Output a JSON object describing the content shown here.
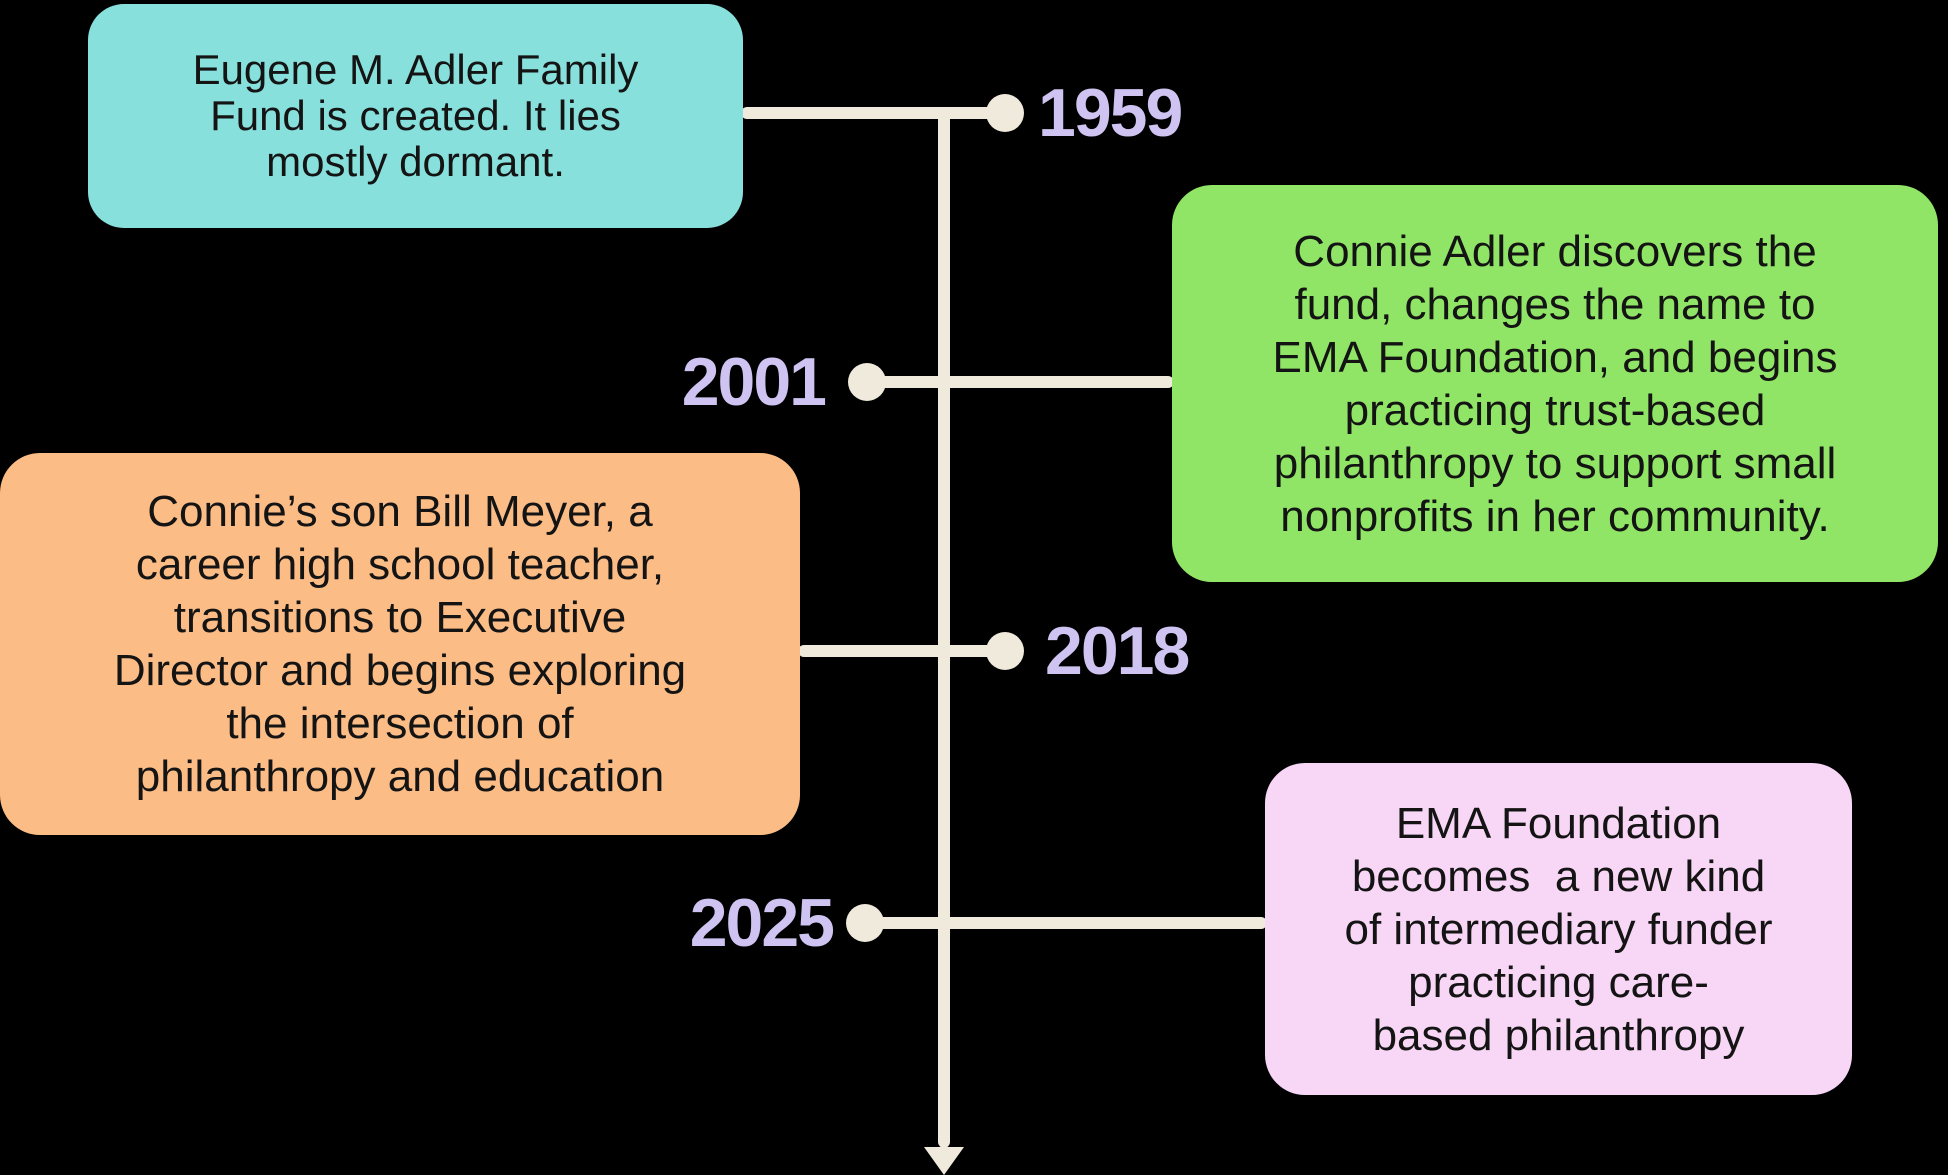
{
  "background_color": "#000000",
  "timeline": {
    "line_color": "#F0EADC",
    "dot_color": "#F0EADC",
    "year_label_color": "#CEC3F1",
    "box_text_color": "#141414",
    "direction": "vertical-top-to-bottom-with-arrow"
  },
  "events": [
    {
      "year": "1959",
      "year_label_side": "right-of-line",
      "box_side": "left-of-line",
      "box_color": "#87E0DC",
      "box_color_name": "teal",
      "lines": [
        "Eugene M. Adler Family",
        "Fund is created. It lies",
        "mostly dormant."
      ]
    },
    {
      "year": "2001",
      "year_label_side": "left-of-line",
      "box_side": "right-of-line",
      "box_color": "#91E566",
      "box_color_name": "green",
      "lines": [
        "Connie Adler discovers the",
        "fund, changes the name to",
        "EMA Foundation, and begins",
        "practicing trust-based",
        "philanthropy to support small",
        "nonprofits in her community."
      ]
    },
    {
      "year": "2018",
      "year_label_side": "right-of-line",
      "box_side": "left-of-line",
      "box_color": "#FBBC86",
      "box_color_name": "orange",
      "lines": [
        "Connie’s son Bill Meyer, a",
        "career high school teacher,",
        "transitions to Executive",
        "Director and begins exploring",
        "the intersection of",
        "philanthropy and education"
      ]
    },
    {
      "year": "2025",
      "year_label_side": "left-of-line",
      "box_side": "right-of-line",
      "box_color": "#F8D6F5",
      "box_color_name": "pink",
      "lines": [
        "EMA Foundation",
        "becomes  a new kind",
        "of intermediary funder",
        "practicing care-",
        "based philanthropy"
      ]
    }
  ]
}
